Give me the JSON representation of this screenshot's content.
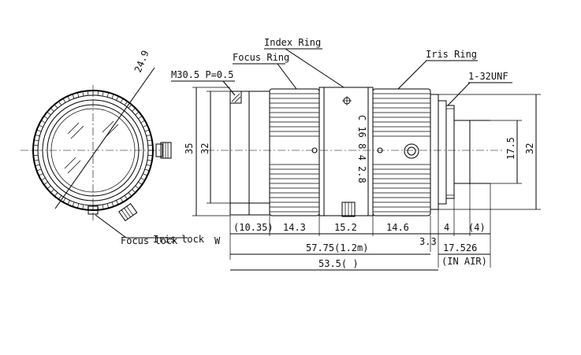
{
  "front_view": {
    "diameter_label": "24.9",
    "focus_lock_label": "Focus lock",
    "iris_lock_label": "Iris lock",
    "thread_label": "M30.5 P=0.5"
  },
  "callouts": {
    "index_ring": "Index Ring",
    "focus_ring": "Focus Ring",
    "iris_ring": "Iris Ring",
    "mount_thread": "1-32UNF",
    "aperture_scale": "C 16 8 4 2.8",
    "side_marker": "W"
  },
  "dimensions": {
    "outer_height": "35",
    "body_height": "32",
    "rear_height": "32",
    "flange_diameter": "17.5",
    "seg1": "(10.35)",
    "seg2": "14.3",
    "seg3": "15.2",
    "seg4": "14.6",
    "seg5": "3.3",
    "seg6": "4",
    "seg7": "(4)",
    "total_length": "57.75(1.2m)",
    "length_infinity": "53.5( )",
    "flange_back": "17.526",
    "flange_note": "(IN AIR)"
  },
  "colors": {
    "line": "#000000",
    "background": "#ffffff"
  }
}
